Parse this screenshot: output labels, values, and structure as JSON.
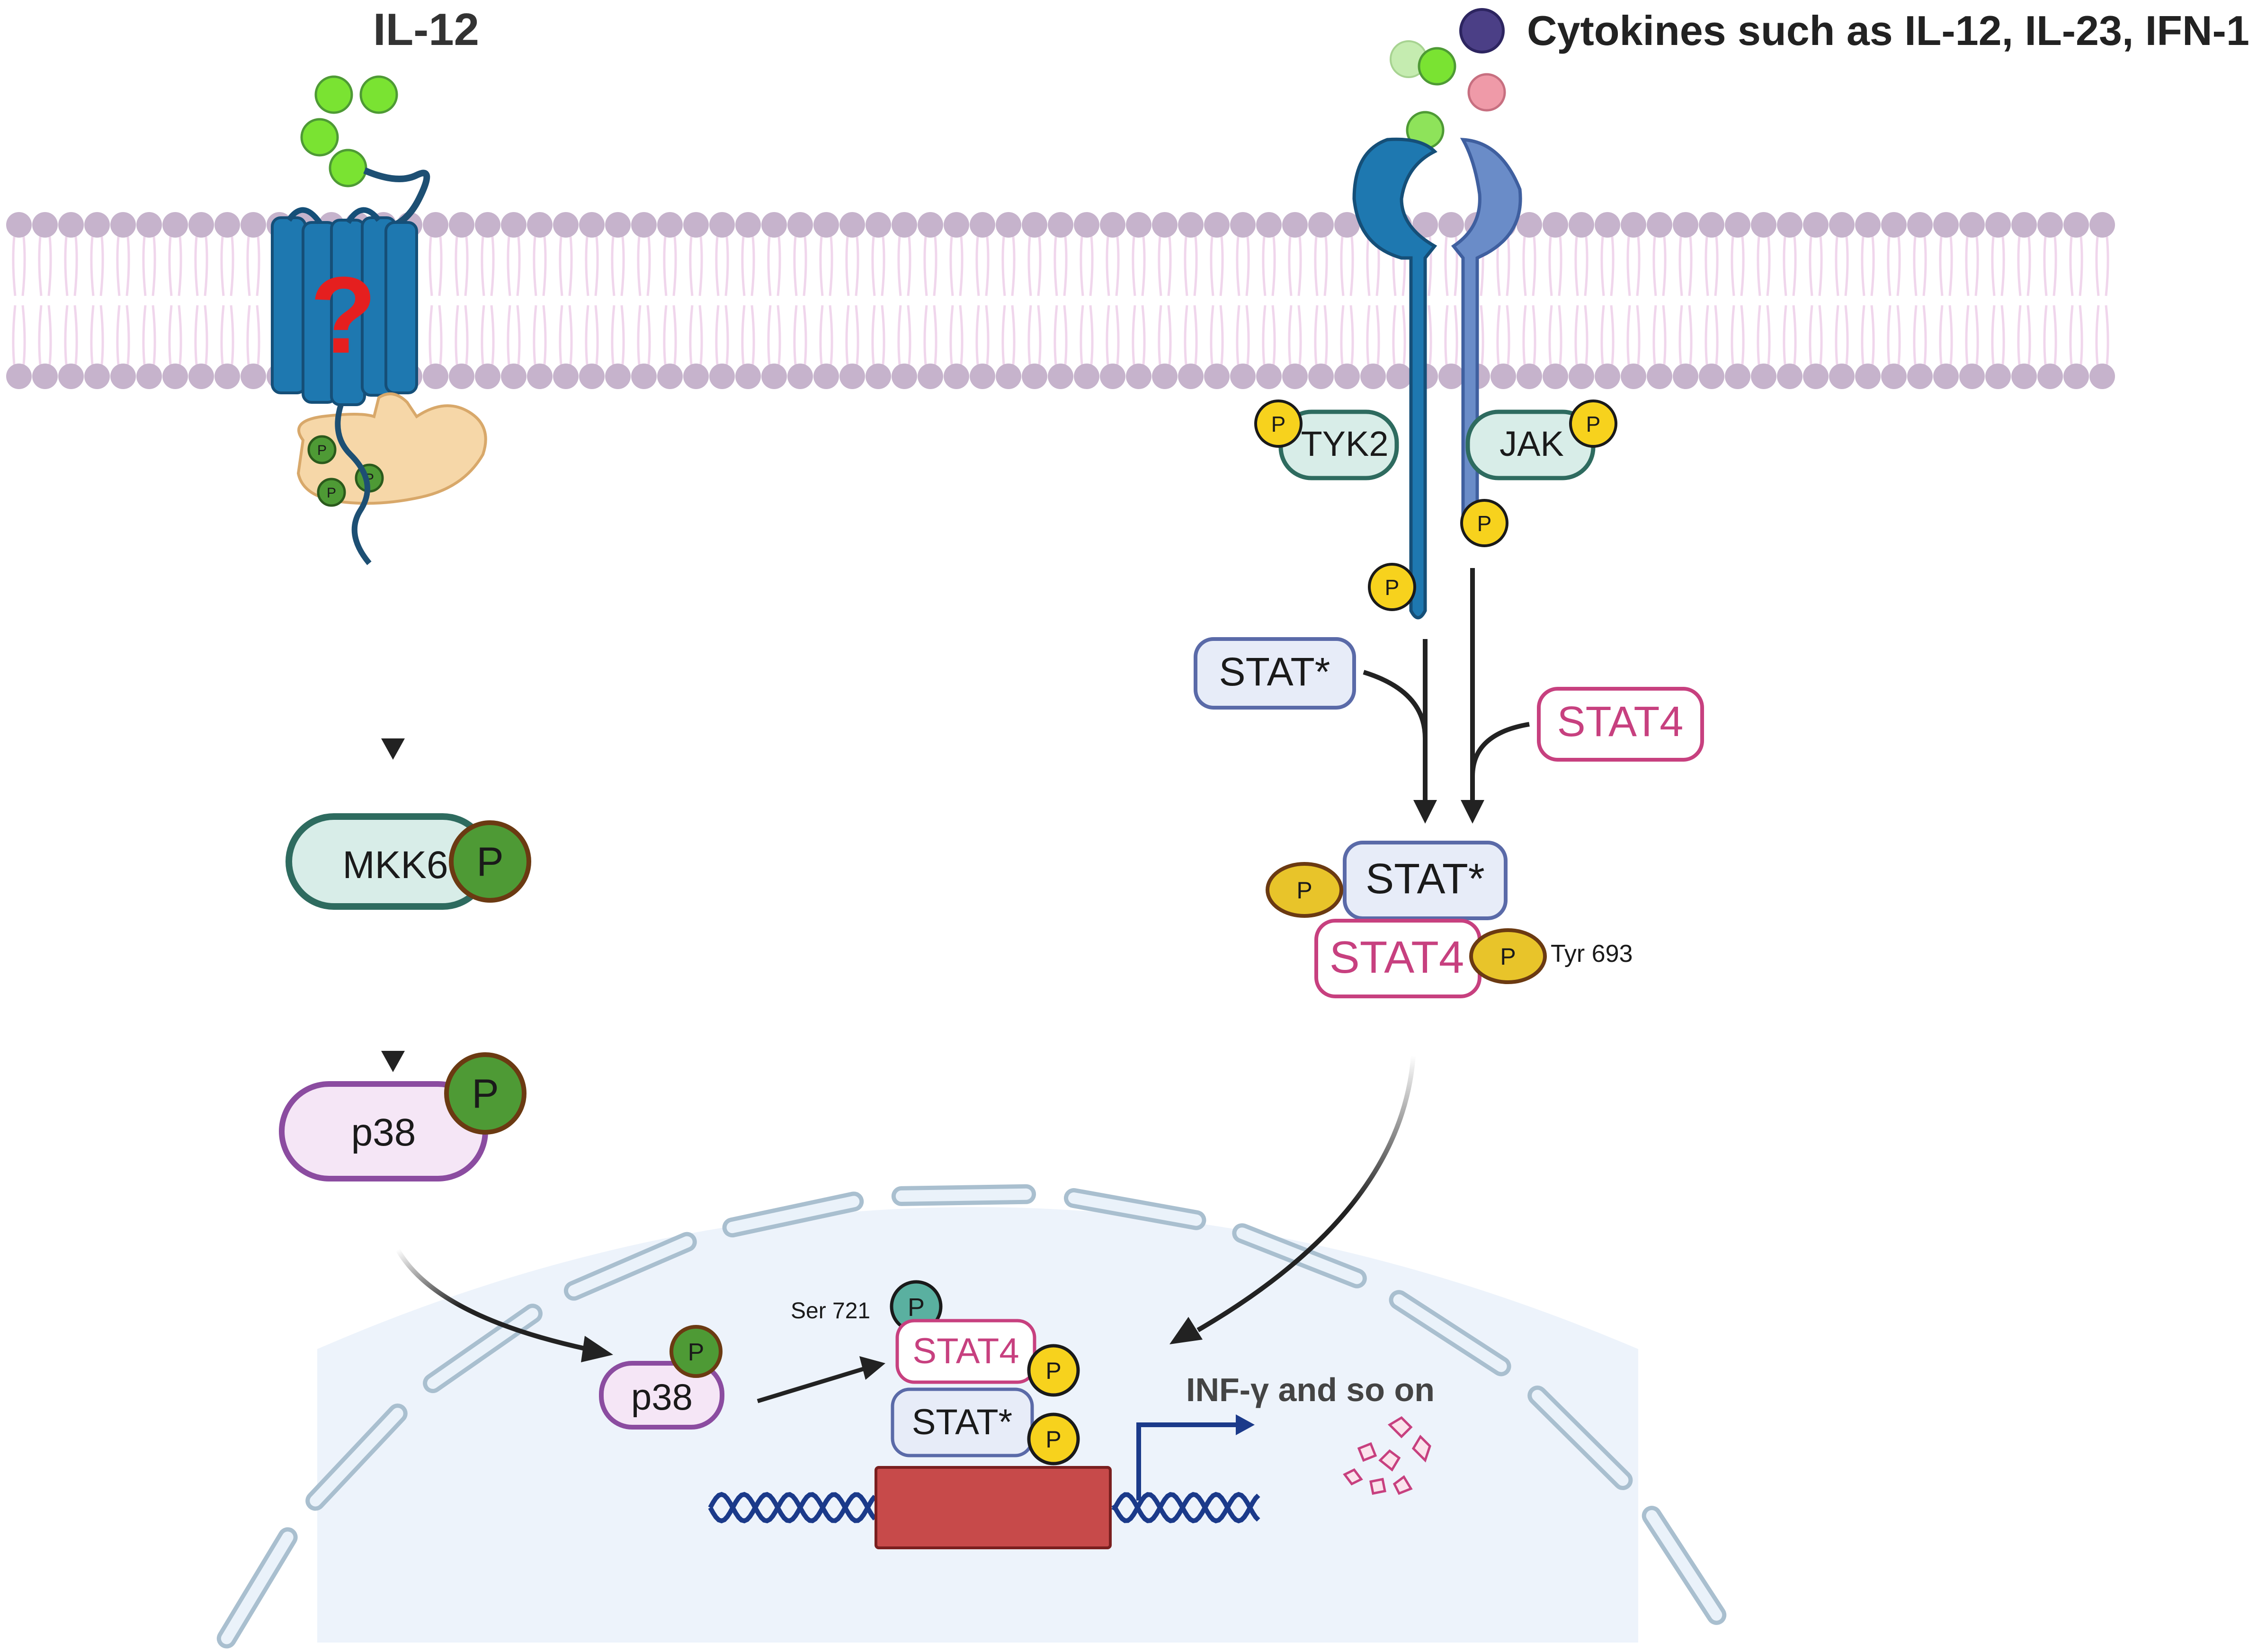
{
  "title_left": "IL-12",
  "legend": {
    "dot_color": "#4b3f86",
    "label": "Cytokines such as IL-12, IL-23, IFN-1"
  },
  "left_pathway": {
    "receptor_mark": "?",
    "mkk6_label": "MKK6",
    "p38_label": "p38",
    "phospho": "P"
  },
  "right_pathway": {
    "tyk2_label": "TYK2",
    "jak_label": "JAK",
    "stat_star_label": "STAT*",
    "stat4_label": "STAT4",
    "complex_stat_star_label": "STAT*",
    "complex_stat4_label": "STAT4",
    "tyr_label": "Tyr 693",
    "phospho": "P"
  },
  "nucleus": {
    "p38_label": "p38",
    "ser_label": "Ser 721",
    "stat4_label": "STAT4",
    "stat_star_label": "STAT*",
    "output_label": "INF-γ and so on",
    "phospho": "P"
  },
  "colors": {
    "membrane_head": "#c6b3cc",
    "membrane_tail": "#f0d6ec",
    "receptor_dark": "#1e78b0",
    "receptor_light": "#6a8cc8",
    "ligand_green": "#7ae332",
    "phospho_yellow": "#f7d21d",
    "phospho_green": "#4e9a35",
    "stat4_pink": "#c7407f",
    "stat_blue_border": "#5a6aa8",
    "mkk_teal": "#2e6b5f",
    "p38_purple": "#8b4ca0",
    "nucleus_fill": "#edf3fb",
    "gene_red": "#c74a4a",
    "dna_blue": "#1b3a8a"
  }
}
